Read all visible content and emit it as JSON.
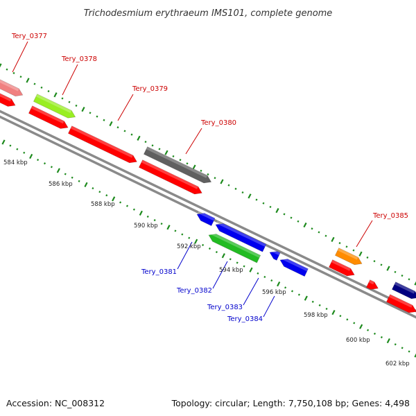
{
  "title": "Trichodesmium erythraeum IMS101, complete genome",
  "footer": {
    "accession": "Accession: NC_008312",
    "topology": "Topology: circular; Length: 7,750,108 bp; Genes: 4,498"
  },
  "colors": {
    "backbone": "#8a8a8a",
    "ticks": "#1d8a1d",
    "forward_label": "#cc0000",
    "reverse_label": "#0000cc"
  },
  "scale_labels": [
    "584 kbp",
    "586 kbp",
    "588 kbp",
    "590 kbp",
    "592 kbp",
    "594 kbp",
    "596 kbp",
    "598 kbp",
    "600 kbp",
    "602 kbp"
  ],
  "genes": [
    {
      "label": "Tery_0377",
      "strand": "+",
      "color": "#f08080"
    },
    {
      "label": "Tery_0378",
      "strand": "+",
      "color": "#99ee22"
    },
    {
      "label": "Tery_0379",
      "strand": "+",
      "color": "#ff0000"
    },
    {
      "label": "Tery_0380",
      "strand": "+",
      "color": "#606060"
    },
    {
      "label": "Tery_0381",
      "strand": "-",
      "color": "#0000ee"
    },
    {
      "label": "Tery_0382",
      "strand": "-",
      "color": "#22bb22"
    },
    {
      "label": "Tery_0383",
      "strand": "-",
      "color": "#0000ee"
    },
    {
      "label": "Tery_0384",
      "strand": "-",
      "color": "#0000ee"
    },
    {
      "label": "Tery_0385",
      "strand": "+",
      "color": "#ff8c00"
    }
  ]
}
